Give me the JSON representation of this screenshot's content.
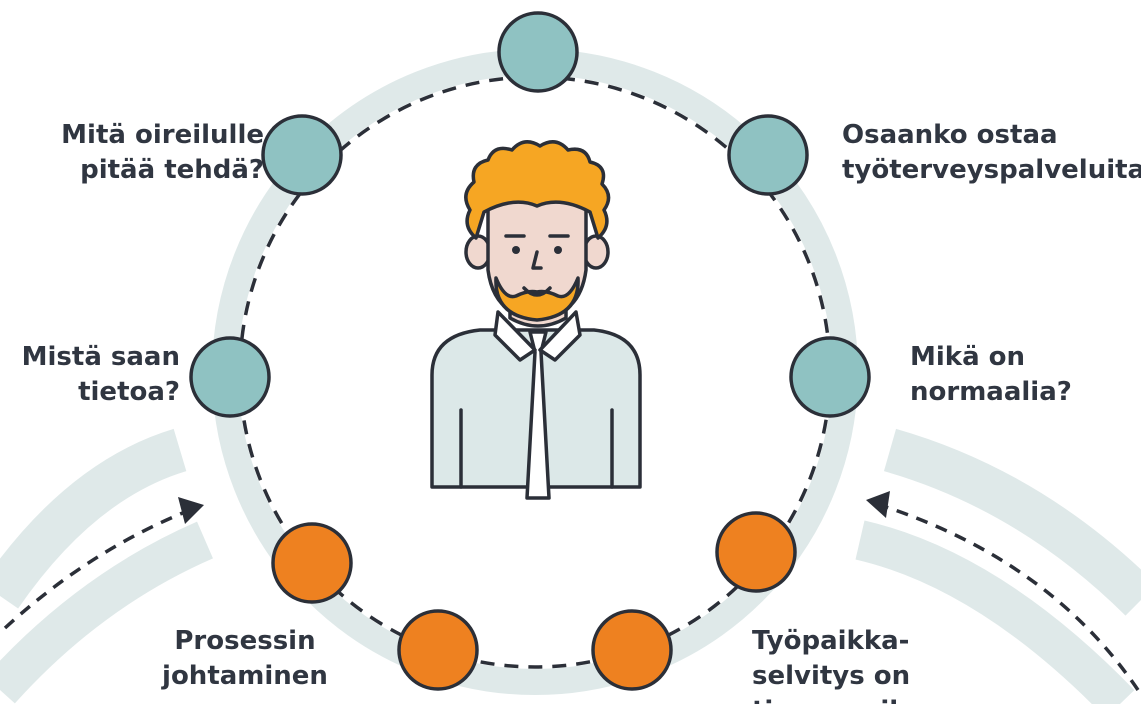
{
  "colors": {
    "ring": "#dfe9e9",
    "dash": "#2b2f38",
    "teal_node": "#8fc2c2",
    "orange_node": "#ee8120",
    "outline": "#2b2f38",
    "hair": "#f6a623",
    "skin": "#f0d8cf",
    "shirt": "#dce8e8",
    "beard": "#f6a623"
  },
  "icons": {
    "person": "person-illustration",
    "arrow_left": "dashed-arrow-left",
    "arrow_right": "dashed-arrow-right"
  },
  "labels": {
    "top_left": [
      "Mitä oireilulle",
      "pitää tehdä?"
    ],
    "top_right": [
      "Osaanko ostaa",
      "työterveyspalveluita?"
    ],
    "mid_left": [
      "Mistä saan",
      "tietoa?"
    ],
    "mid_right": [
      "Mikä on",
      "normaalia?"
    ],
    "bottom_left": [
      "Prosessin",
      "johtaminen"
    ],
    "bottom_right": [
      "Työpaikka-",
      "selvitys on",
      "tiemmeaika"
    ]
  },
  "nodes": [
    {
      "id": "node-top",
      "color": "teal"
    },
    {
      "id": "node-upper-left",
      "color": "teal"
    },
    {
      "id": "node-upper-right",
      "color": "teal"
    },
    {
      "id": "node-mid-left",
      "color": "teal"
    },
    {
      "id": "node-mid-right",
      "color": "teal"
    },
    {
      "id": "node-lower-left",
      "color": "orange"
    },
    {
      "id": "node-lower-right",
      "color": "orange"
    },
    {
      "id": "node-bottom-left",
      "color": "orange"
    },
    {
      "id": "node-bottom-right",
      "color": "orange"
    }
  ]
}
